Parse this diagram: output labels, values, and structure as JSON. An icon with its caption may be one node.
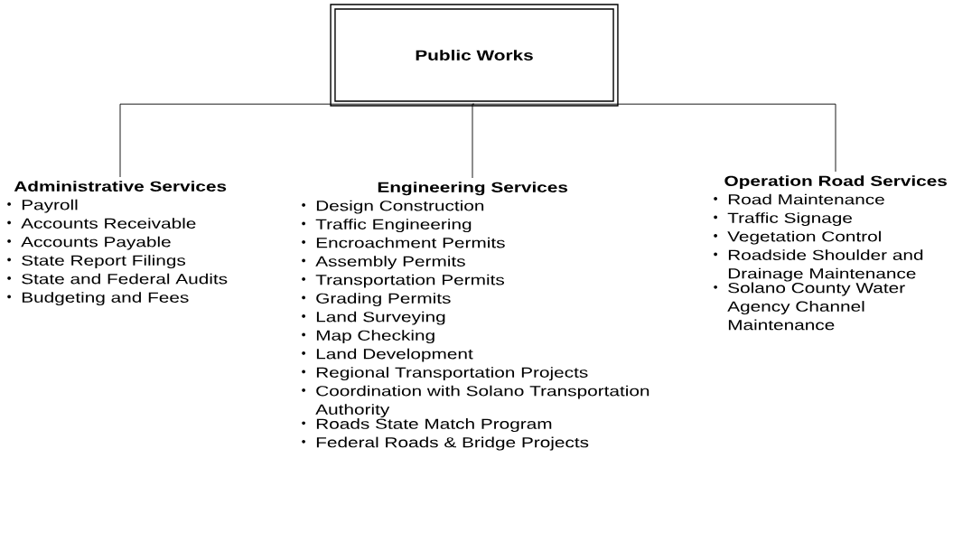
{
  "diagram": {
    "nodes": [
      {
        "text": [
          "Public Works"
        ]
      },
      {
        "text": [
          "Administrative Services",
          "Payroll",
          "Accounts Receivable",
          "Accounts Payable",
          "State Report Filings",
          "State and Federal Audits",
          "Budgeting and Fees"
        ]
      },
      {
        "text": [
          "Engineering Services",
          "Design Construction",
          "Traffic Engineering",
          "Encroachment Permits",
          "Assembly Permits",
          "Transportation Permits",
          "Grading Permits",
          "Land Surveying",
          "Map Checking",
          "Land Development",
          "Regional Transportation Projects",
          "Coordination with Solano Transportation Authority",
          "Roads State Match Program",
          "Federal Roads & Bridge Projects"
        ]
      },
      {
        "text": [
          "Operation Road Services",
          "Road Maintenance",
          "Traffic Signage",
          "Vegetation Control",
          "Roadside Shoulder and Drainage Maintenance",
          "Solano County Water Agency Channel Maintenance"
        ]
      }
    ],
    "edges": [
      {
        "from": 0,
        "to": 1,
        "arrow": "none"
      },
      {
        "from": 0,
        "to": 2,
        "arrow": "none"
      },
      {
        "from": 0,
        "to": 3,
        "arrow": "none"
      }
    ]
  }
}
